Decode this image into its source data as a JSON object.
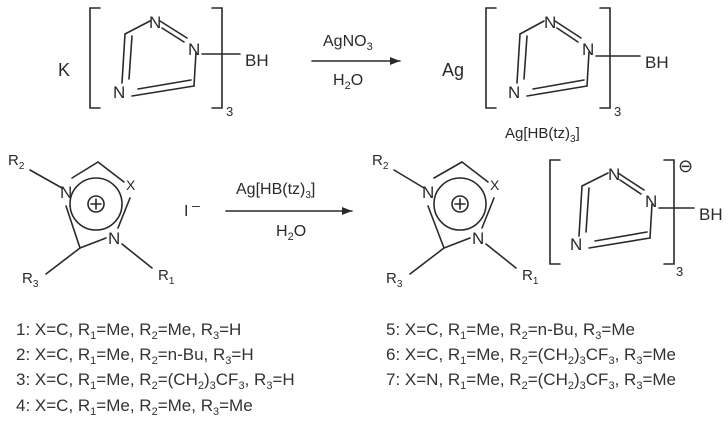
{
  "reaction1": {
    "reactant_cation": "K",
    "reactant_anion_atom": "BH",
    "reagent": "AgNO3",
    "solvent": "H2O",
    "product_cation": "Ag",
    "product_anion_atom": "BH",
    "product_name": "Ag[HB(tz)3]",
    "subscript": "3"
  },
  "reaction2": {
    "counterion": "I",
    "charge": "–",
    "reagent": "Ag[HB(tz)3]",
    "solvent": "H2O",
    "substituent_labels": [
      "R2",
      "R3",
      "R1",
      "X"
    ],
    "anion_atom": "BH",
    "anion_charge": "⊖",
    "subscript": "3"
  },
  "atom_labels": {
    "n": "N"
  },
  "compounds_left": [
    "1: X=C, R1=Me, R2=Me, R3=H",
    "2: X=C, R1=Me, R2=n-Bu, R3=H",
    "3: X=C, R1=Me, R2=(CH2)3CF3, R3=H",
    "4: X=C, R1=Me, R2=Me, R3=Me"
  ],
  "compounds_right": [
    "5: X=C, R1=Me, R2=n-Bu, R3=Me",
    "6: X=C, R1=Me, R2=(CH2)3CF3, R3=Me",
    "7: X=N, R1=Me, R2=(CH2)3CF3, R3=Me"
  ]
}
